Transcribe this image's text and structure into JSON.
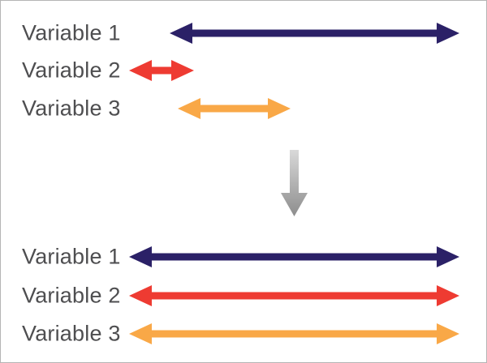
{
  "top_section": {
    "rows": [
      {
        "label": "Variable 1",
        "arrow_color_name": "navy"
      },
      {
        "label": "Variable 2",
        "arrow_color_name": "red"
      },
      {
        "label": "Variable 3",
        "arrow_color_name": "orange"
      }
    ]
  },
  "bottom_section": {
    "rows": [
      {
        "label": "Variable 1",
        "arrow_color_name": "navy"
      },
      {
        "label": "Variable 2",
        "arrow_color_name": "red"
      },
      {
        "label": "Variable 3",
        "arrow_color_name": "orange"
      }
    ]
  },
  "icons": {
    "transform_arrow": "gray-gradient-down-arrow"
  },
  "colors": {
    "navy": "#2b2167",
    "red": "#ee3b32",
    "orange": "#f9a847",
    "label_text": "#4e4e50",
    "gray_arrow_top": "#d9d9d9",
    "gray_arrow_bottom": "#8d8d8d",
    "canvas_border": "#b5b5b5",
    "background": "#ffffff"
  }
}
